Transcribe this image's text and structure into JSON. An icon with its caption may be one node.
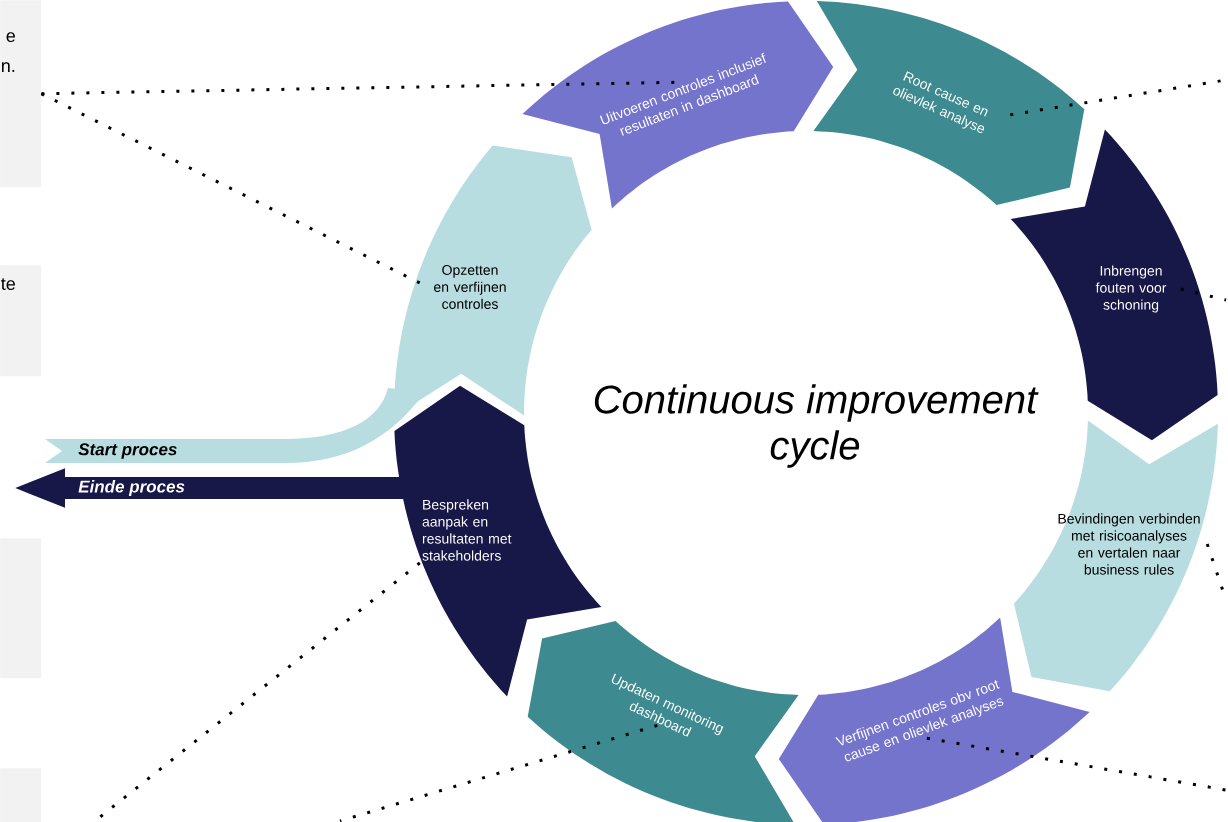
{
  "diagram": {
    "title": "Continuous improvement cycle",
    "nodes": [
      {
        "text": [
          "e n."
        ]
      },
      {
        "text": [
          "te"
        ]
      },
      {
        "text": [],
        "shape": "box"
      },
      {
        "text": [],
        "shape": "box"
      },
      {
        "text": [
          "Opzetten en verfijnen controles"
        ]
      },
      {
        "text": [
          "Uitvoeren controles inclusief resultaten in dashboard"
        ]
      },
      {
        "text": [
          "Root cause en olievlek analyse"
        ]
      },
      {
        "text": [
          "Inbrengen fouten voor schoning"
        ]
      },
      {
        "text": [
          "Bevindingen verbinden met risicoanalyses en vertalen naar business rules"
        ]
      },
      {
        "text": [
          "Verfijnen controles obv root cause en olievlek analyses"
        ]
      },
      {
        "text": [
          "Updaten monitoring dashboard"
        ]
      },
      {
        "text": [
          "Bespreken aanpak en resultaten met stakeholders"
        ]
      },
      {
        "text": [
          "Start proces"
        ]
      }
    ],
    "edges": [
      {
        "from": 0,
        "to": 5,
        "arrow": "none",
        "style": "dashed"
      },
      {
        "from": 0,
        "to": 4,
        "arrow": "none",
        "style": "dashed"
      },
      {
        "from": 6,
        "to": null,
        "arrow": "none",
        "style": "dashed"
      },
      {
        "from": 7,
        "to": null,
        "arrow": "none",
        "style": "dashed"
      },
      {
        "from": 8,
        "to": null,
        "arrow": "none",
        "style": "dashed"
      },
      {
        "from": 9,
        "to": null,
        "arrow": "none",
        "style": "dashed"
      },
      {
        "from": 10,
        "to": null,
        "arrow": "none",
        "style": "dashed"
      },
      {
        "from": 11,
        "to": null,
        "arrow": "none",
        "style": "dashed"
      },
      {
        "from": 11,
        "to": null,
        "arrow": "to",
        "label": "Einde proces",
        "style": "thick",
        "color": "#181848"
      }
    ]
  }
}
